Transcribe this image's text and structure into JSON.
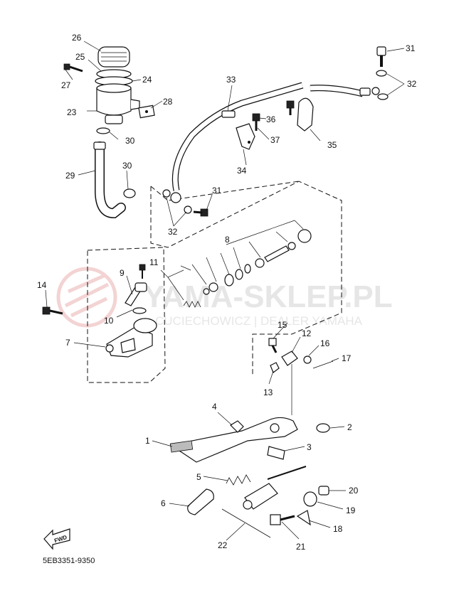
{
  "diagram_code": "5EB3351-9350",
  "fwd_label": "FWD",
  "watermark": {
    "main": "YAMA-SKLEP.PL",
    "sub": "CUCIECHOWICZ | DEALER YAMAHA"
  },
  "callouts": {
    "p1": "1",
    "p2": "2",
    "p3": "3",
    "p4": "4",
    "p5": "5",
    "p6": "6",
    "p7": "7",
    "p8": "8",
    "p9": "9",
    "p10": "10",
    "p11": "11",
    "p12": "12",
    "p13": "13",
    "p14": "14",
    "p15": "15",
    "p16": "16",
    "p17": "17",
    "p18": "18",
    "p19": "19",
    "p20": "20",
    "p21": "21",
    "p22": "22",
    "p23": "23",
    "p24": "24",
    "p25": "25",
    "p26": "26",
    "p27": "27",
    "p28": "28",
    "p29": "29",
    "p30a": "30",
    "p30b": "30",
    "p31a": "31",
    "p31b": "31",
    "p32a": "32",
    "p32b": "32",
    "p33": "33",
    "p34": "34",
    "p35": "35",
    "p36": "36",
    "p37": "37"
  }
}
